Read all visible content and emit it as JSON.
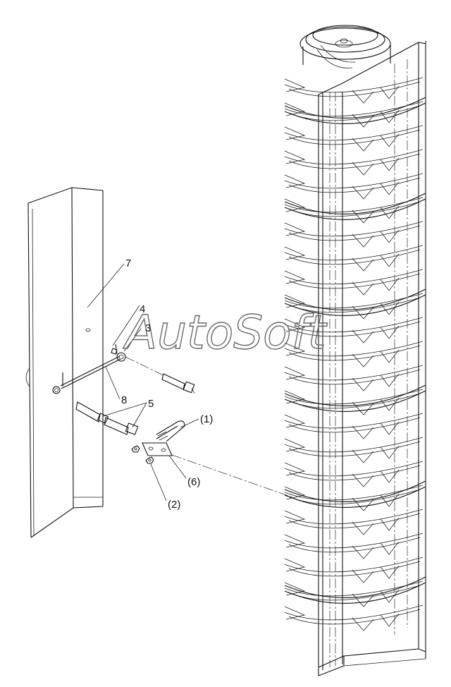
{
  "watermark": "AutoSoft",
  "callouts": [
    {
      "id": "c7",
      "text": "7"
    },
    {
      "id": "c4",
      "text": "4"
    },
    {
      "id": "c3",
      "text": "3"
    },
    {
      "id": "c8",
      "text": "8"
    },
    {
      "id": "c5",
      "text": "5"
    },
    {
      "id": "c1",
      "text": "(1)"
    },
    {
      "id": "c6",
      "text": "(6)"
    },
    {
      "id": "c2",
      "text": "(2)"
    }
  ]
}
